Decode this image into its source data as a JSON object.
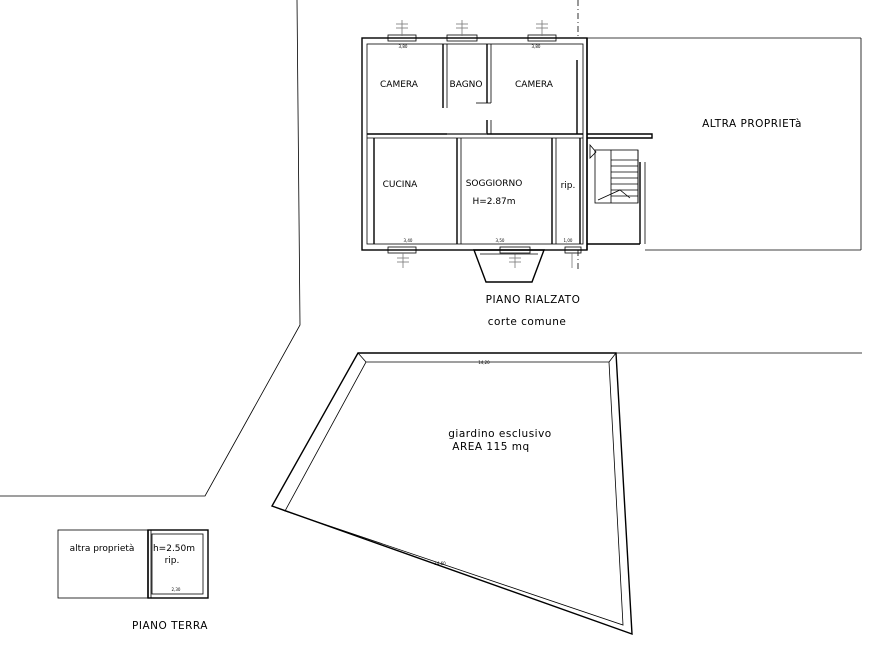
{
  "rooms": {
    "camera_left": "CAMERA",
    "bagno": "BAGNO",
    "camera_right": "CAMERA",
    "cucina": "CUCINA",
    "soggiorno": "SOGGIORNO",
    "soggiorno_height": "H=2.87m",
    "ripostiglio": "rip."
  },
  "labels": {
    "altra_proprieta_top": "ALTRA PROPRIETà",
    "piano_rialzato": "PIANO RIALZATO",
    "corte_comune": "corte comune",
    "giardino": "giardino esclusivo",
    "giardino_area": "AREA 115 mq",
    "altra_proprieta_small": "altra proprietà",
    "h_piano_terra": "h=2.50m",
    "rip_piano_terra": "rip.",
    "piano_terra": "PIANO TERRA"
  }
}
